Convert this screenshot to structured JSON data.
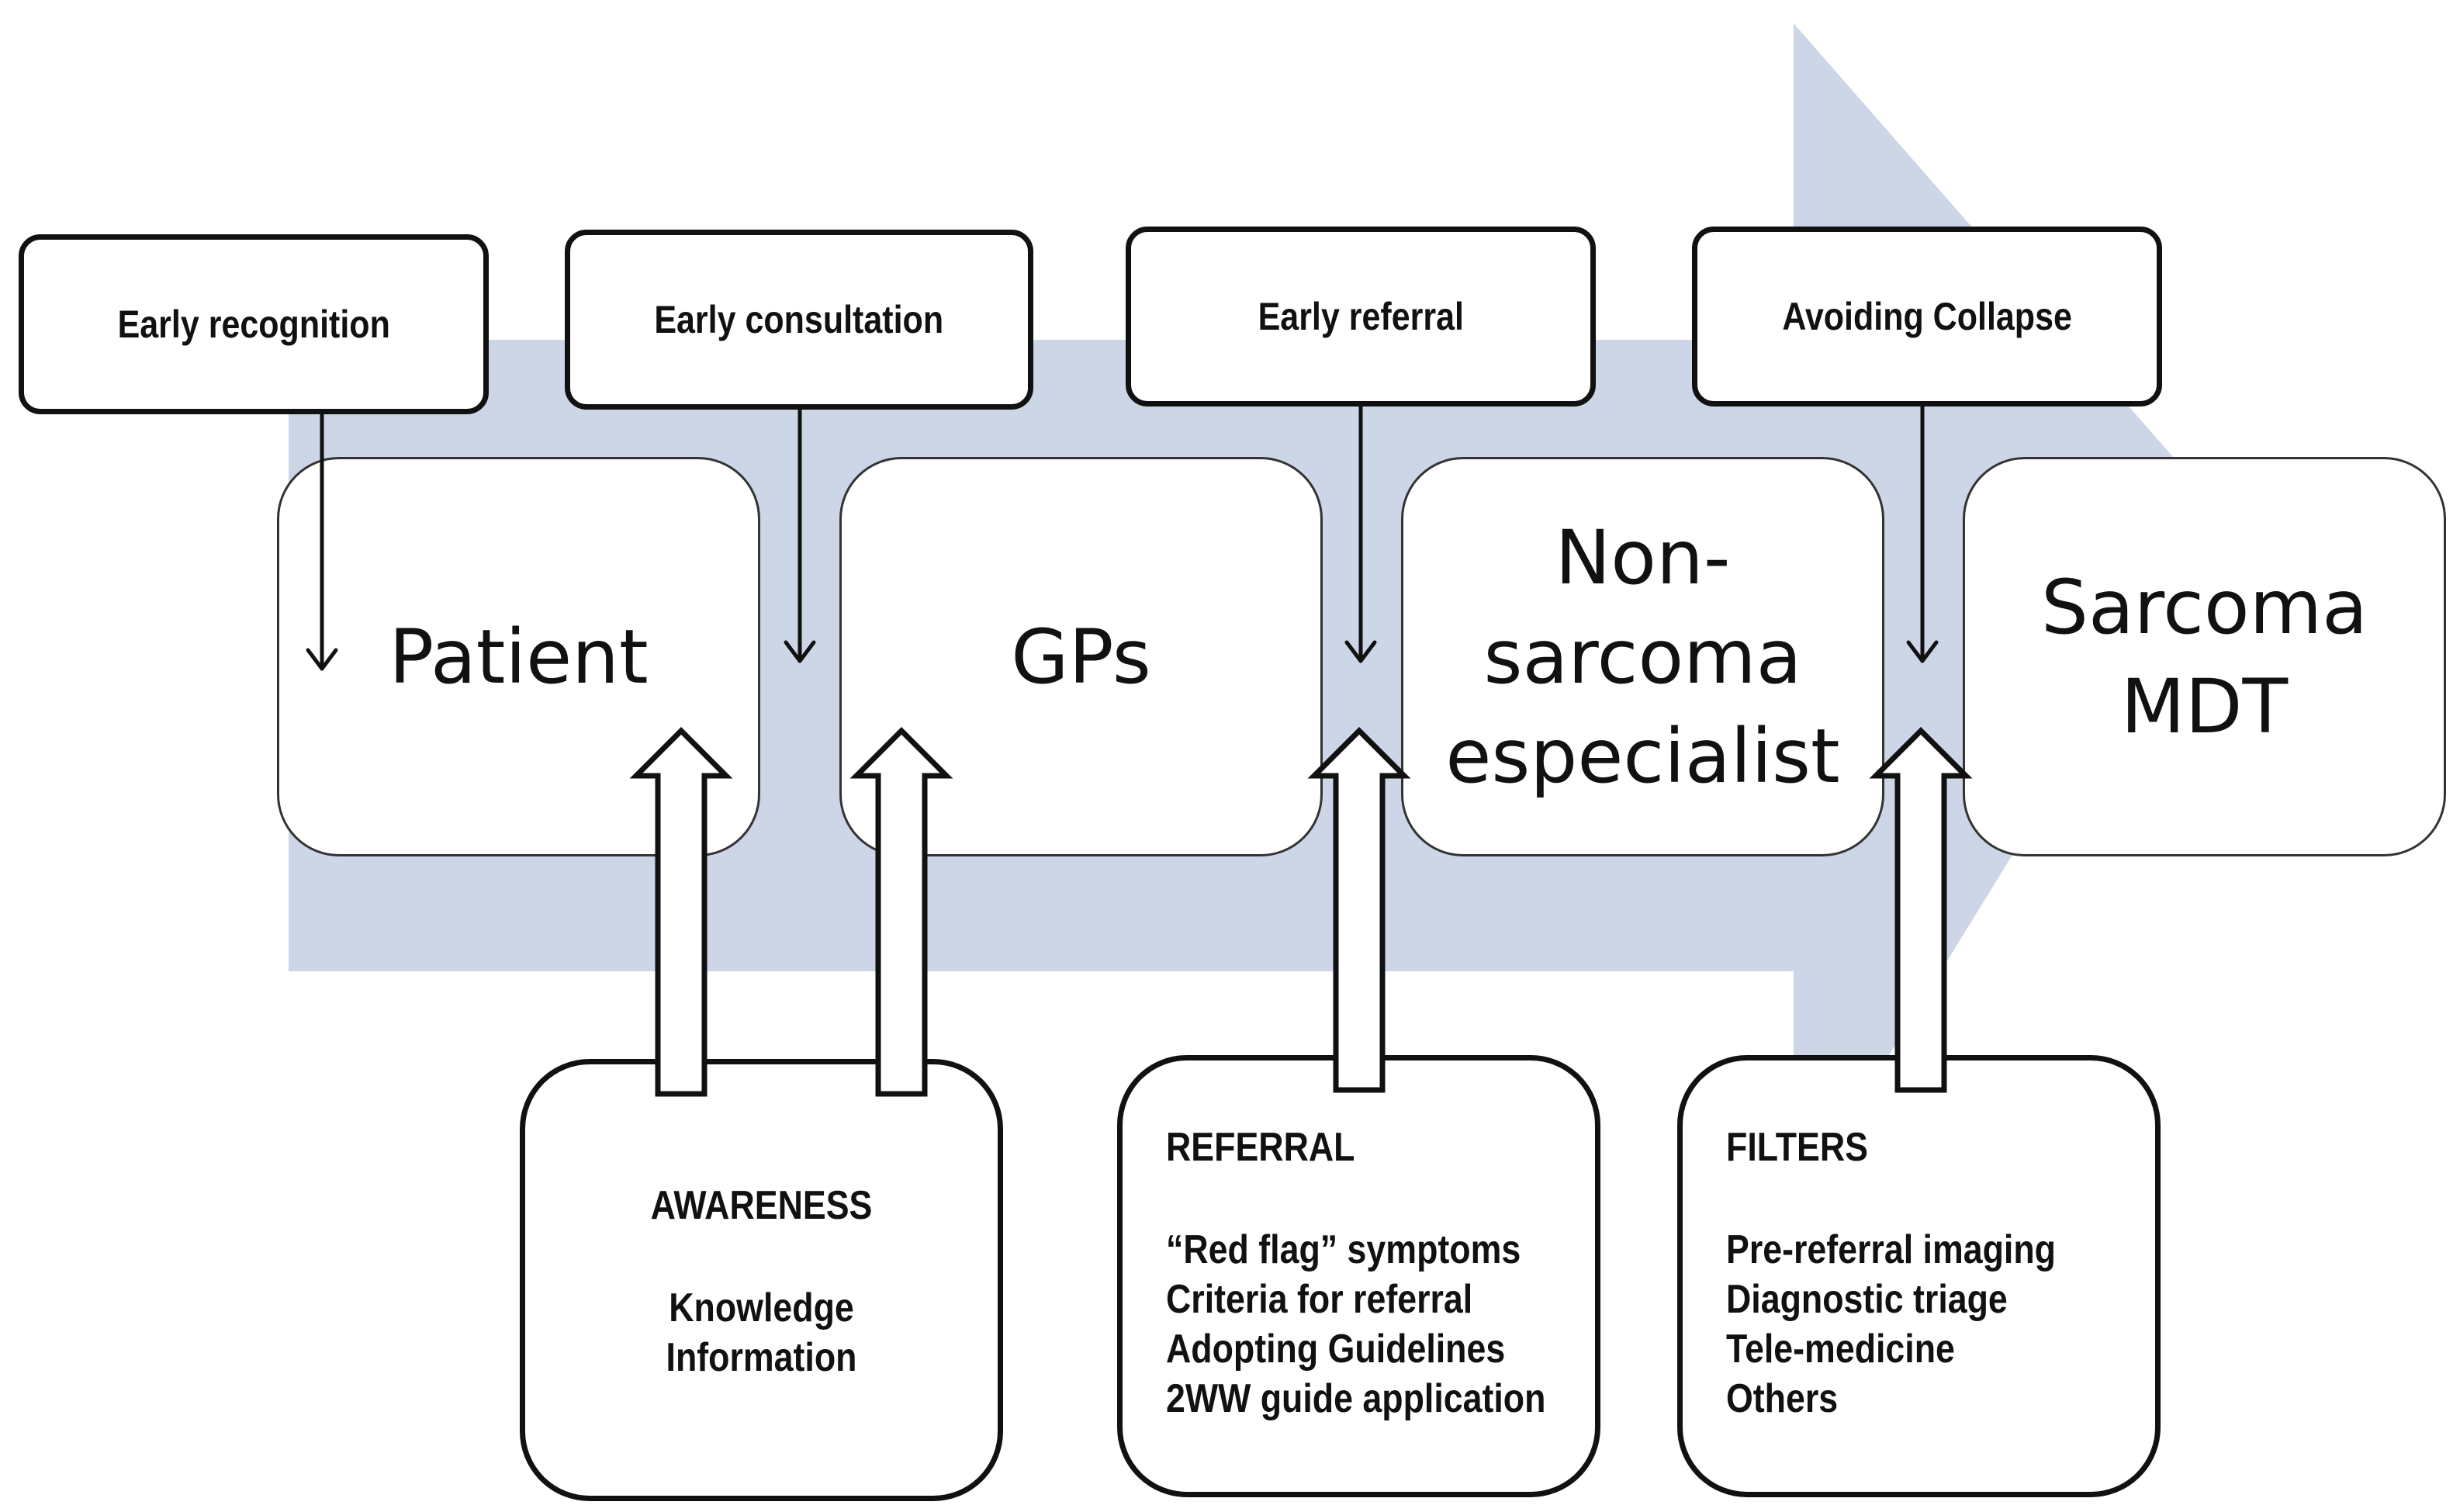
{
  "colors": {
    "flow_arrow": "#cdd6e6",
    "stroke": "#111111",
    "box_fill": "#ffffff"
  },
  "top_labels": [
    "Early recognition",
    "Early consultation",
    "Early referral",
    "Avoiding Collapse"
  ],
  "stages": [
    {
      "lines": [
        "Patient"
      ]
    },
    {
      "lines": [
        "GPs"
      ]
    },
    {
      "lines": [
        "Non-",
        "sarcoma",
        "especialist"
      ]
    },
    {
      "lines": [
        "Sarcoma",
        "MDT"
      ]
    }
  ],
  "bottom_boxes": [
    {
      "heading": "AWARENESS",
      "items": [
        "Knowledge",
        "Information"
      ]
    },
    {
      "heading": "REFERRAL",
      "items": [
        "“Red flag” symptoms",
        "Criteria for referral",
        "Adopting Guidelines",
        "2WW guide application"
      ]
    },
    {
      "heading": "FILTERS",
      "items": [
        "Pre-referral imaging",
        "Diagnostic triage",
        "Tele-medicine",
        "Others"
      ]
    }
  ]
}
